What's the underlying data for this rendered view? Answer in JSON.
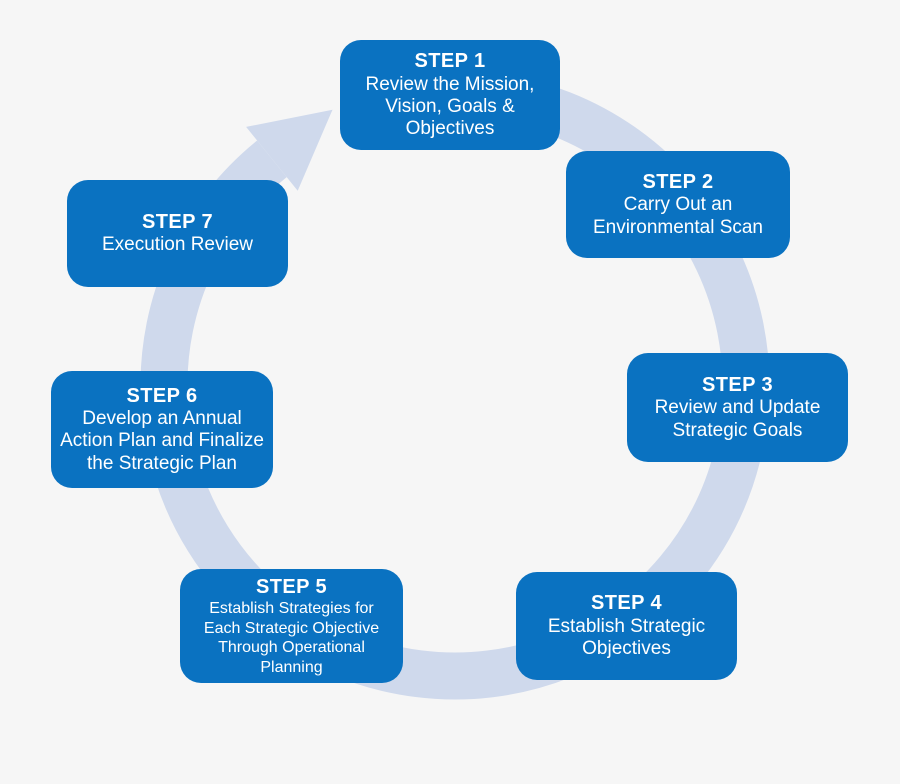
{
  "colors": {
    "box": "#0a72c1",
    "ring": "#cfd9ec",
    "background": "#f6f6f6",
    "text": "#ffffff"
  },
  "steps": [
    {
      "label": "STEP 1",
      "text": "Review the Mission,\nVision, Goals &\nObjectives"
    },
    {
      "label": "STEP 2",
      "text": "Carry Out an\nEnvironmental Scan"
    },
    {
      "label": "STEP 3",
      "text": "Review and Update\nStrategic Goals"
    },
    {
      "label": "STEP 4",
      "text": "Establish Strategic\nObjectives"
    },
    {
      "label": "STEP 5",
      "text": "Establish Strategies for\nEach Strategic Objective\nThrough Operational\nPlanning"
    },
    {
      "label": "STEP 6",
      "text": "Develop an Annual\nAction Plan and Finalize\nthe Strategic Plan"
    },
    {
      "label": "STEP 7",
      "text": "Execution Review"
    }
  ]
}
